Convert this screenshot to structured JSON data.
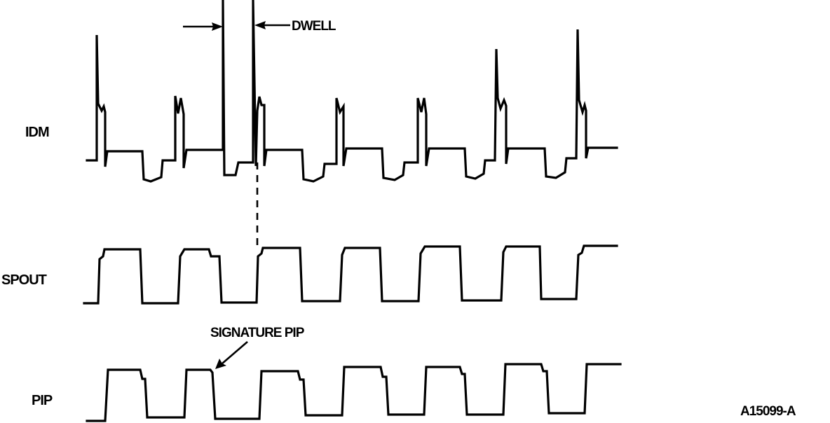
{
  "diagram": {
    "signals": {
      "idm": "IDM",
      "spout": "SPOUT",
      "pip": "PIP"
    },
    "annotations": {
      "dwell": "DWELL",
      "signature_pip": "SIGNATURE PIP"
    },
    "figure_code": "A15099-A"
  },
  "colors": {
    "ink": "#000000",
    "background": "#ffffff"
  }
}
